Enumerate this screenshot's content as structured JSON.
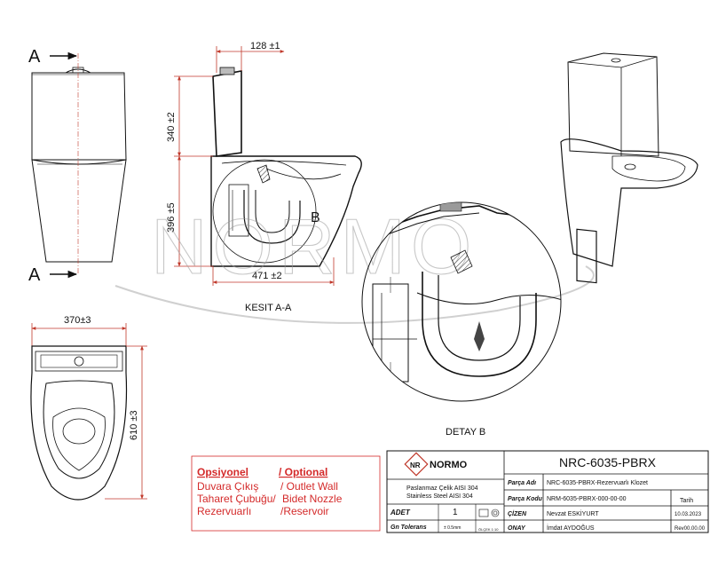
{
  "section_label": "KESIT A-A",
  "detail_label": "DETAY B",
  "section_markers": {
    "a_top": "A",
    "a_bottom": "A",
    "b": "B"
  },
  "dimensions": {
    "top_width": "128 ±1",
    "tank_height": "340 ±2",
    "bowl_height": "396 ±5",
    "depth": "471 ±2",
    "plan_width": "370±3",
    "plan_length": "610 ±3"
  },
  "watermark": "NORMO",
  "options": {
    "title_tr": "Opsiyonel",
    "title_en": "/ Optional",
    "items": [
      {
        "tr": "Duvara  Çıkış",
        "en": "/ Outlet Wall"
      },
      {
        "tr": "Taharet Çubuğu/",
        "en": "Bidet Nozzle"
      },
      {
        "tr": "Rezervuarlı",
        "en": "/Reservoir"
      }
    ]
  },
  "title_block": {
    "logo_text": "NORMO",
    "product_code": "NRC-6035-PBRX",
    "material_tr": "Paslanmaz Çelik AISI 304",
    "material_en": "Stainless Steel AISI 304",
    "rows": [
      {
        "label": "Parça Adı",
        "value": "NRC-6035-PBRX-Rezervuarlı Klozet"
      },
      {
        "label": "Parça Kodu",
        "value": "NRM-6035-PBRX-000-00-00"
      },
      {
        "label": "ÇİZEN",
        "value": "Nevzat ESKİYURT"
      },
      {
        "label": "ONAY",
        "value": "İmdat AYDOĞUS"
      }
    ],
    "date_label": "Tarih",
    "date_value": "10.03.2023",
    "revision": "Rev00.00.00",
    "adet_label": "ADET",
    "adet_value": "1",
    "tolerance_label": "Gn Tolerans",
    "tolerance_value": "± 0.5mm",
    "scale": "ÖLÇEK 1:10"
  }
}
